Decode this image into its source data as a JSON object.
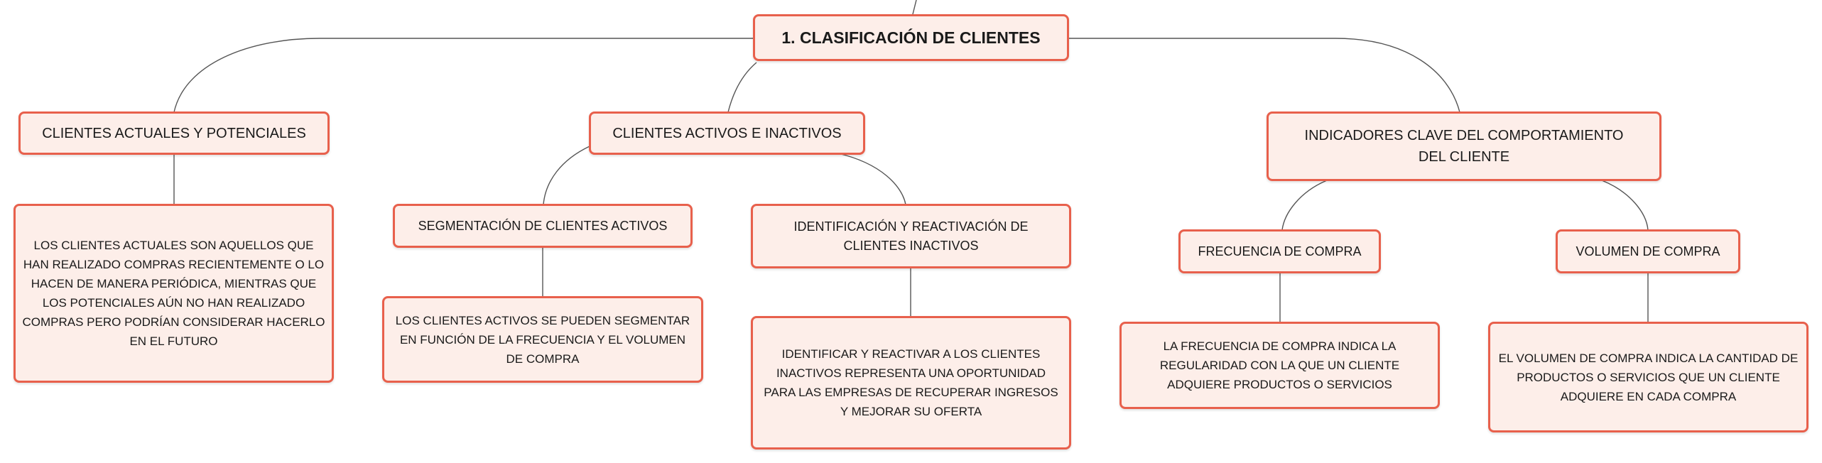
{
  "root": {
    "label": "1. CLASIFICACIÓN DE CLIENTES"
  },
  "branches": [
    {
      "label": "CLIENTES ACTUALES Y POTENCIALES",
      "description": "LOS CLIENTES ACTUALES SON AQUELLOS QUE HAN REALIZADO COMPRAS RECIENTEMENTE O LO HACEN DE MANERA PERIÓDICA, MIENTRAS QUE LOS POTENCIALES AÚN NO HAN REALIZADO COMPRAS PERO PODRÍAN CONSIDERAR HACERLO EN EL FUTURO"
    },
    {
      "label": "CLIENTES ACTIVOS E INACTIVOS",
      "children": [
        {
          "label": "SEGMENTACIÓN DE CLIENTES ACTIVOS",
          "description": "LOS CLIENTES ACTIVOS SE PUEDEN SEGMENTAR EN FUNCIÓN DE LA FRECUENCIA Y EL VOLUMEN DE COMPRA"
        },
        {
          "label": "IDENTIFICACIÓN Y REACTIVACIÓN DE CLIENTES INACTIVOS",
          "description": "IDENTIFICAR Y REACTIVAR A LOS CLIENTES INACTIVOS REPRESENTA UNA OPORTUNIDAD PARA LAS EMPRESAS DE RECUPERAR INGRESOS Y MEJORAR SU OFERTA"
        }
      ]
    },
    {
      "label": "INDICADORES CLAVE DEL COMPORTAMIENTO DEL CLIENTE",
      "children": [
        {
          "label": "FRECUENCIA DE COMPRA",
          "description": "LA FRECUENCIA DE COMPRA INDICA LA REGULARIDAD CON LA QUE UN CLIENTE ADQUIERE PRODUCTOS O SERVICIOS"
        },
        {
          "label": "VOLUMEN DE COMPRA",
          "description": "EL VOLUMEN DE COMPRA INDICA LA CANTIDAD DE PRODUCTOS O SERVICIOS QUE UN CLIENTE ADQUIERE EN CADA COMPRA"
        }
      ]
    }
  ],
  "colors": {
    "node_border": "#e8604c",
    "node_fill": "#fdeee9",
    "connector": "#555555",
    "text": "#1a1a1a"
  }
}
